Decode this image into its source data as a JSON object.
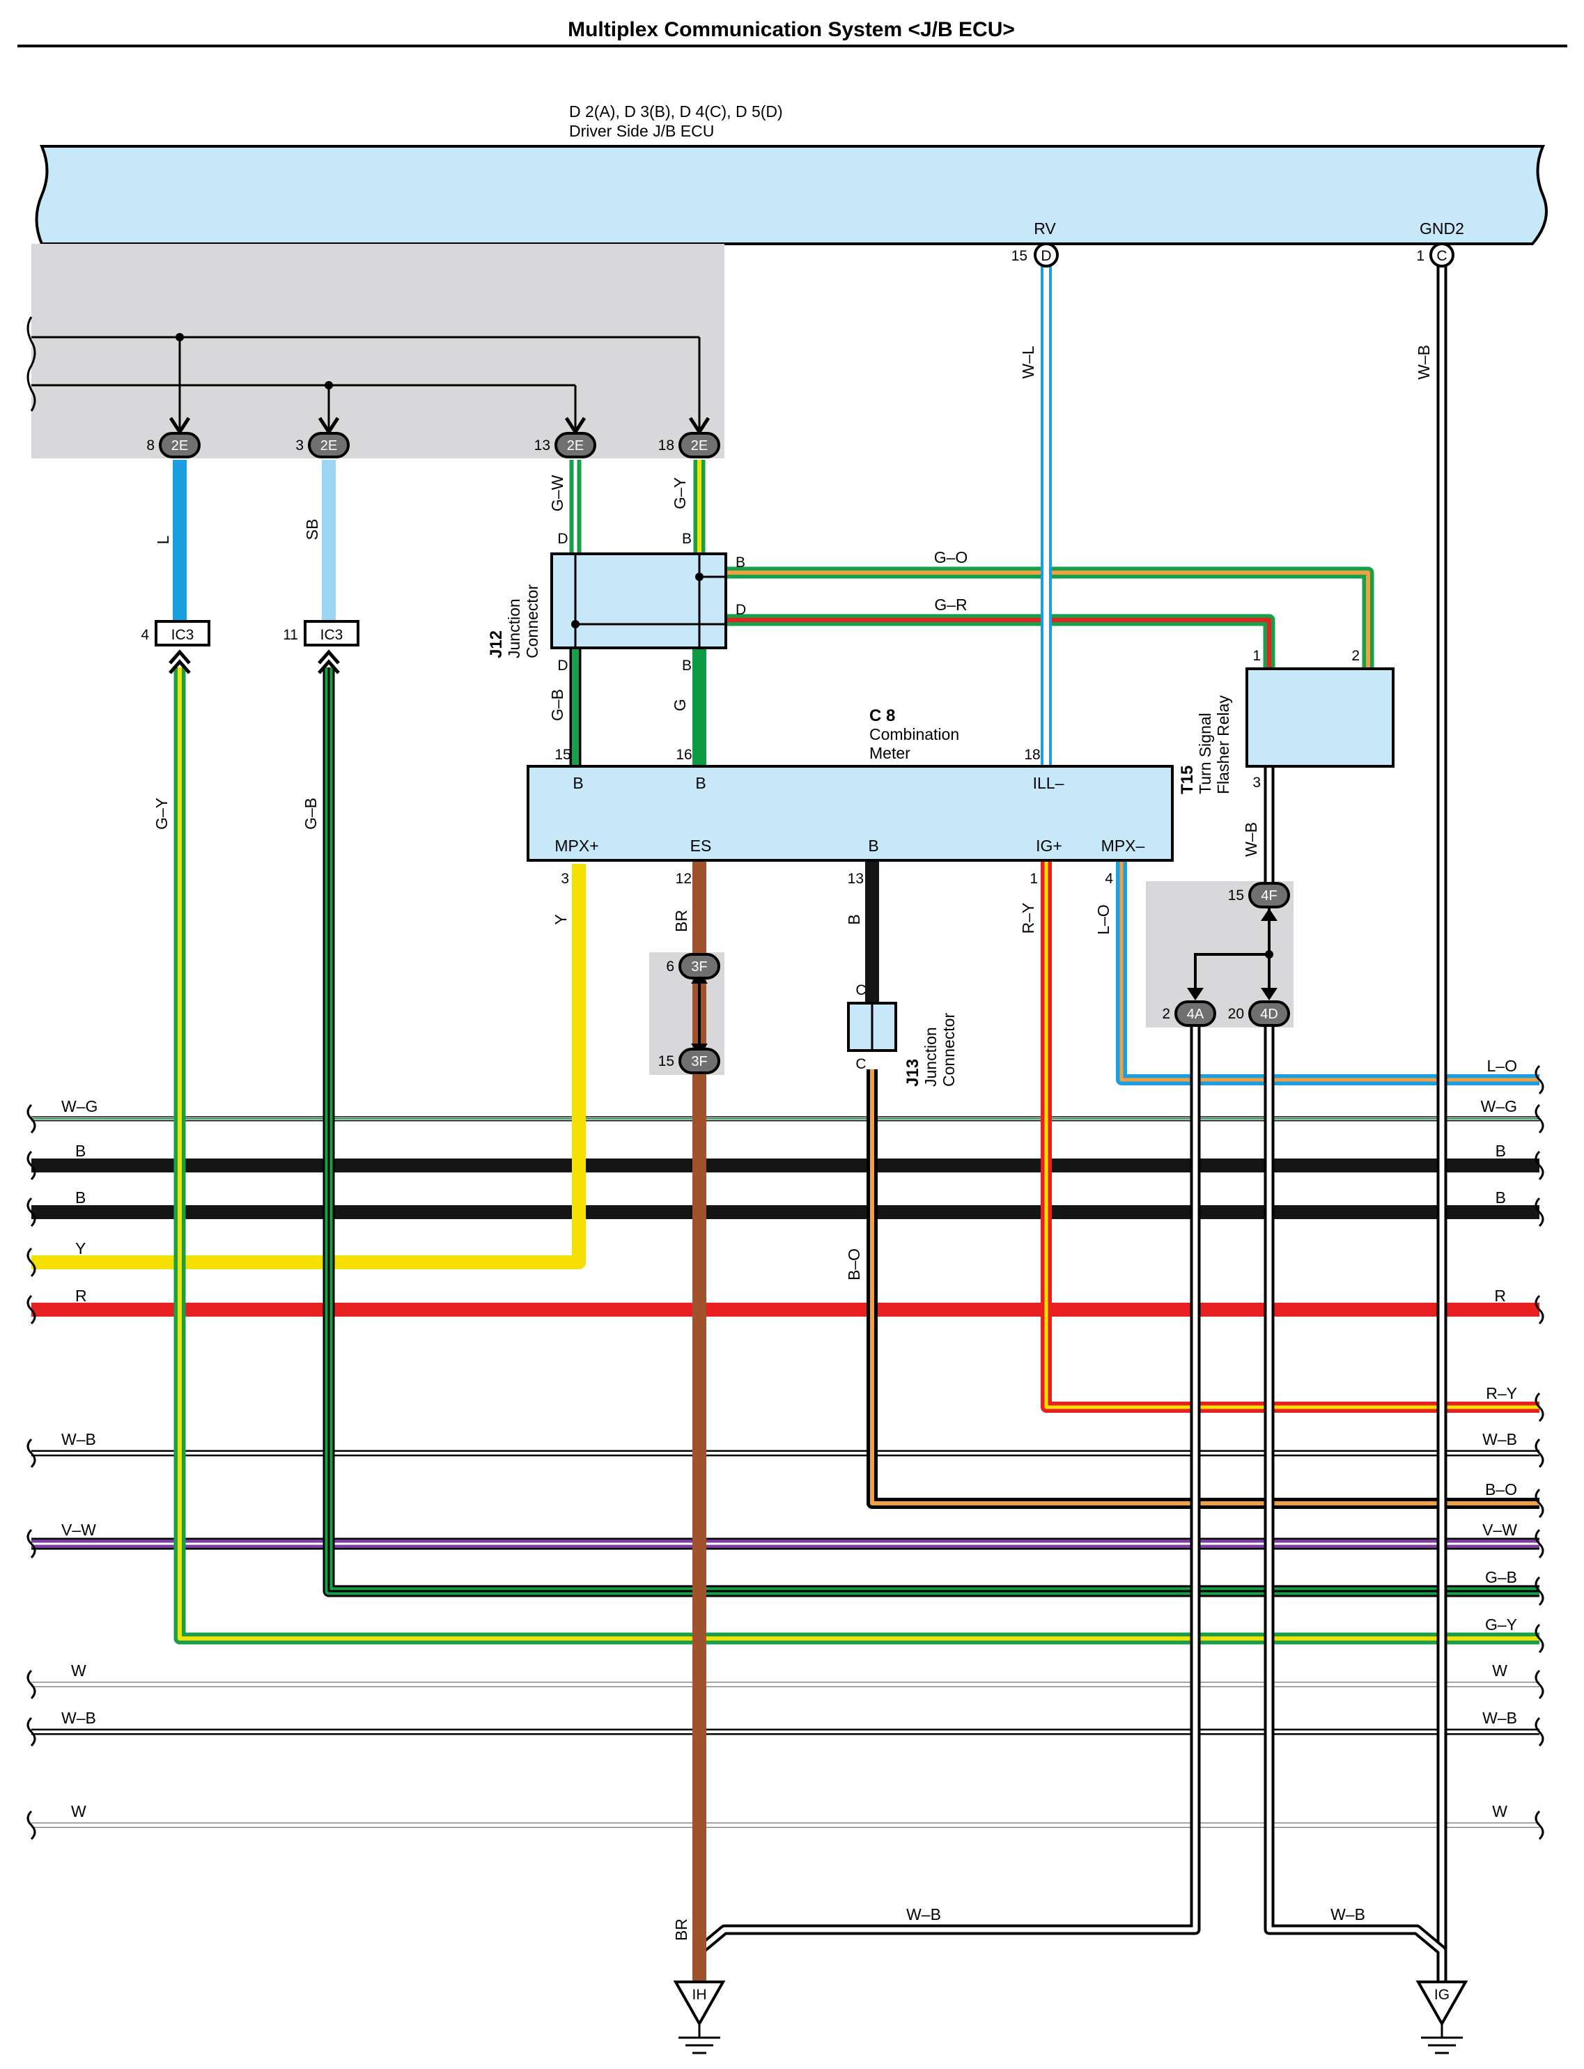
{
  "title": "Multiplex Communication System <J/B ECU>",
  "ecu": {
    "ref": "D 2(A), D 3(B), D 4(C), D 5(D)",
    "name": "Driver Side J/B ECU",
    "term_rv": "RV",
    "term_gnd2": "GND2",
    "pin_rv": "15",
    "pin_gnd2": "1",
    "code_rv": "D",
    "code_gnd2": "C"
  },
  "connectors": {
    "c2e": [
      {
        "pin": "8",
        "code": "2E"
      },
      {
        "pin": "3",
        "code": "2E"
      },
      {
        "pin": "13",
        "code": "2E"
      },
      {
        "pin": "18",
        "code": "2E"
      }
    ],
    "ic3": [
      {
        "pin": "4",
        "code": "IC3"
      },
      {
        "pin": "11",
        "code": "IC3"
      }
    ],
    "c3f": [
      {
        "pin": "6",
        "code": "3F"
      },
      {
        "pin": "15",
        "code": "3F"
      }
    ],
    "c4": [
      {
        "pin": "15",
        "code": "4F"
      },
      {
        "pin": "2",
        "code": "4A"
      },
      {
        "pin": "20",
        "code": "4D"
      }
    ]
  },
  "j12": {
    "ref": "J12",
    "name1": "Junction",
    "name2": "Connector",
    "t_d1": "D",
    "t_b1": "B",
    "t_d2": "D",
    "t_b2": "B",
    "t_b3": "B",
    "t_d3": "D"
  },
  "j13": {
    "ref": "J13",
    "name1": "Junction",
    "name2": "Connector",
    "t_c1": "C",
    "t_c2": "C"
  },
  "meter": {
    "ref": "C 8",
    "name1": "Combination",
    "name2": "Meter",
    "pin15": "15",
    "pin16": "16",
    "pin18": "18",
    "t_b1": "B",
    "t_b2": "B",
    "t_ill": "ILL–",
    "t_mpxp": "MPX+",
    "t_es": "ES",
    "t_b3": "B",
    "t_ig": "IG+",
    "t_mpxm": "MPX–",
    "pin3": "3",
    "pin12": "12",
    "pin13": "13",
    "pin1": "1",
    "pin4": "4"
  },
  "relay": {
    "ref": "T15",
    "name1": "Turn Signal",
    "name2": "Flasher Relay",
    "pin1": "1",
    "pin2": "2",
    "pin3": "3"
  },
  "wires": {
    "l": "L",
    "sb": "SB",
    "gw": "G–W",
    "gy_top": "G–Y",
    "gb_j": "G–B",
    "g": "G",
    "gy_left": "G–Y",
    "gb_left": "G–B",
    "go": "G–O",
    "gr": "G–R",
    "wl": "W–L",
    "wb_gnd": "W–B",
    "wb_relay": "W–B",
    "y": "Y",
    "br": "BR",
    "b13": "B",
    "bo": "B–O",
    "ry": "R–Y",
    "lo": "L–O",
    "wb_bot1": "W–B",
    "wb_bot2": "W–B",
    "br_bot": "BR"
  },
  "bus_left": [
    "W–G",
    "B",
    "B",
    "Y",
    "R",
    "W–B",
    "V–W",
    "W",
    "W–B",
    "W"
  ],
  "bus_right": [
    "L–O",
    "W–G",
    "B",
    "B",
    "R",
    "R–Y",
    "W–B",
    "B–O",
    "V–W",
    "G–B",
    "G–Y",
    "W",
    "W–B",
    "W"
  ],
  "grounds": {
    "ih": "IH",
    "ig": "IG"
  }
}
